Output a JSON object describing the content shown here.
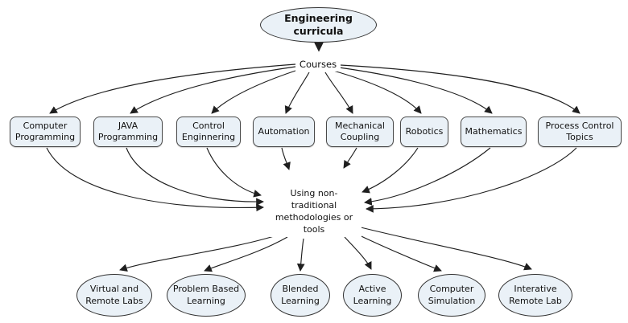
{
  "diagram": {
    "root_label": "Engineering curricula",
    "hub_label": "Courses",
    "center_label": "Using non-traditional methodologies or tools",
    "courses": [
      "Computer Programming",
      "JAVA Programming",
      "Control Enginnering",
      "Automation",
      "Mechanical Coupling",
      "Robotics",
      "Mathematics",
      "Process Control Topics"
    ],
    "methods": [
      "Virtual and Remote Labs",
      "Problem Based Learning",
      "Blended Learning",
      "Active Learning",
      "Computer Simulation",
      "Interative Remote Lab"
    ],
    "colors": {
      "node_fill": "#eaf1f7",
      "node_border": "#4a4a4a",
      "edge": "#1f1f1f",
      "text": "#111111",
      "background": "#ffffff"
    }
  }
}
